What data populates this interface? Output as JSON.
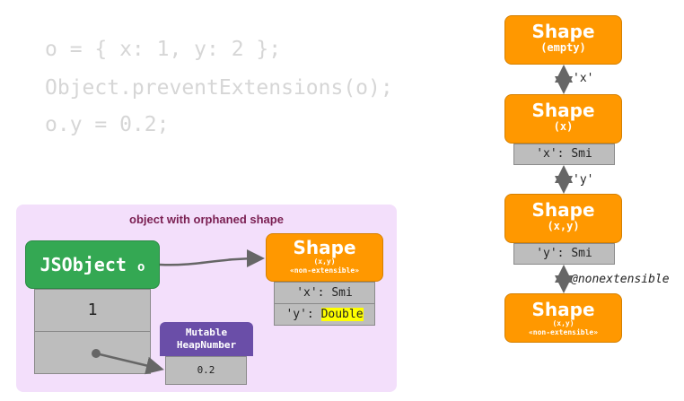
{
  "code": [
    "o = { x: 1, y: 2 };",
    "Object.preventExtensions(o);",
    "o.y = 0.2;"
  ],
  "panel": {
    "title": "object with orphaned shape",
    "jsobject": {
      "label": "JSObject",
      "name": "o",
      "slot0": "1"
    },
    "heap_number": {
      "line1": "Mutable",
      "line2": "HeapNumber",
      "value": "0.2"
    },
    "shape": {
      "title": "Shape",
      "props": "(x,y)",
      "flag": "«non-extensible»",
      "fields": [
        {
          "key": "'x': ",
          "type": "Smi"
        },
        {
          "key": "'y': ",
          "type": "Double"
        }
      ]
    }
  },
  "chain": {
    "shapes": [
      {
        "title": "Shape",
        "sub": "(empty)"
      },
      {
        "title": "Shape",
        "sub": "(x)",
        "field": "'x': Smi"
      },
      {
        "title": "Shape",
        "sub": "(x,y)",
        "field": "'y': Smi"
      },
      {
        "title": "Shape",
        "sub": "(x,y)",
        "flag": "«non-extensible»"
      }
    ],
    "transitions": [
      "'x'",
      "'y'",
      "@nonextensible"
    ]
  },
  "colors": {
    "orange": "#ff9800",
    "green": "#34a853",
    "purple": "#6a4ea8",
    "highlight": "#ffff00"
  }
}
